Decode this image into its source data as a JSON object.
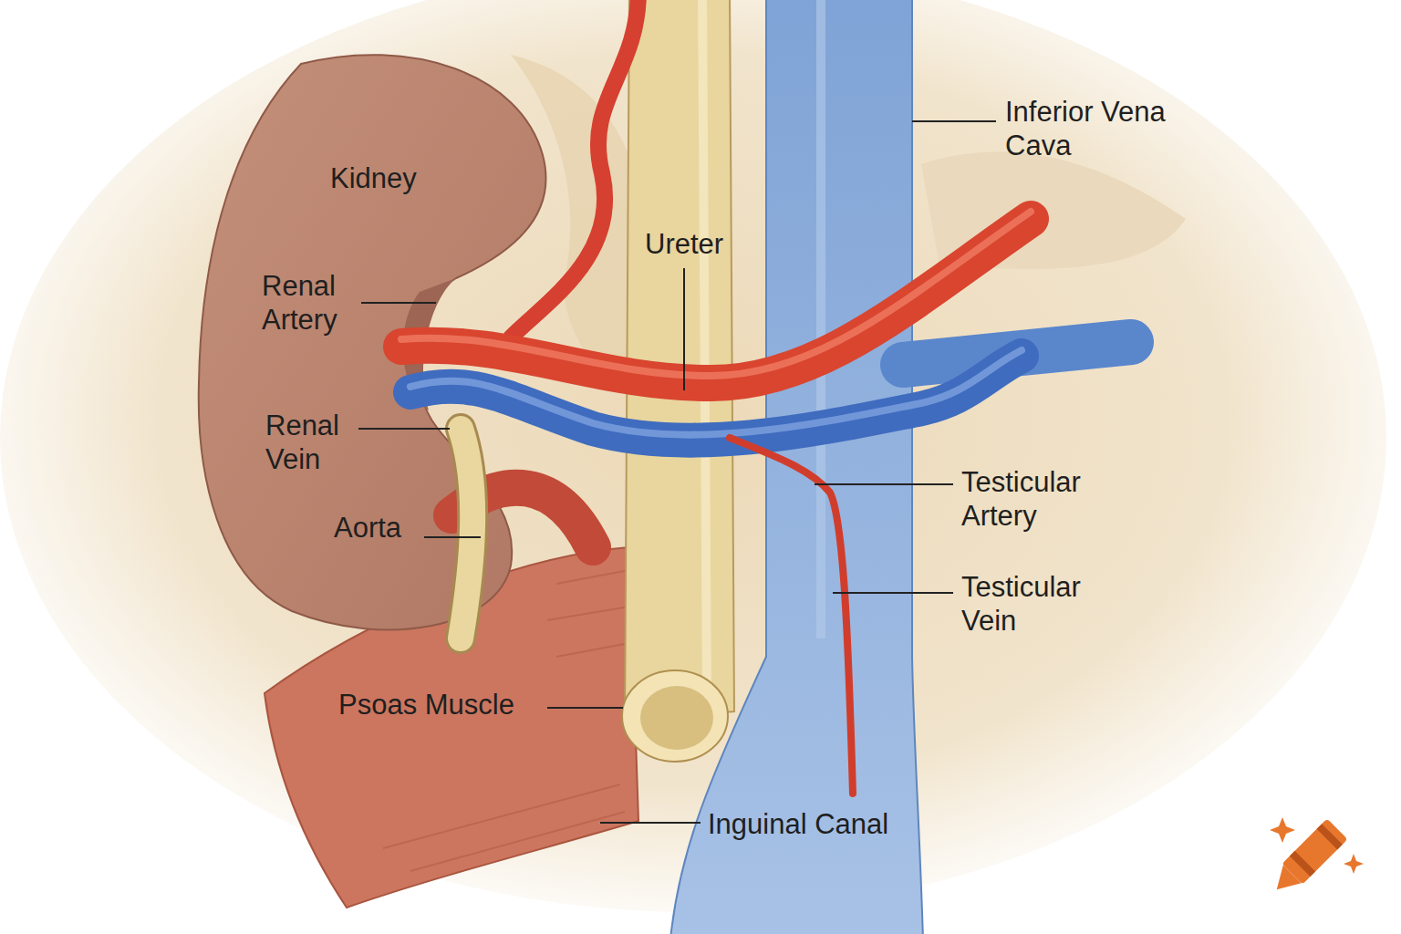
{
  "diagram": {
    "labels": [
      "Kidney",
      "Renal Artery",
      "Renal Vein",
      "Aorta",
      "Ureter",
      "Inferior Vena Cava",
      "Testicular Artery",
      "Testicular Vein",
      "Psoas Muscle",
      "Inguinal Canal"
    ]
  }
}
